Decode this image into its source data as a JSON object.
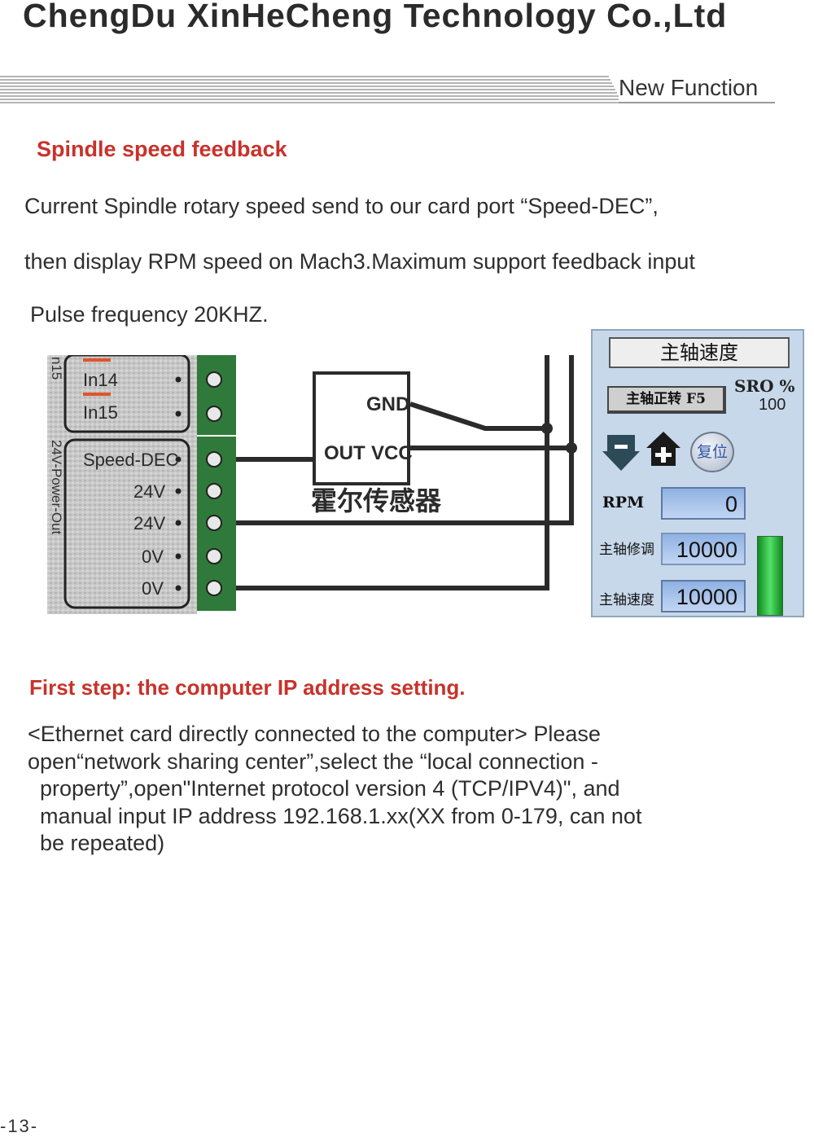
{
  "header": {
    "company": "ChengDu XinHeCheng Technology Co.,Ltd",
    "section": "New Function"
  },
  "spindle": {
    "heading": "Spindle speed feedback",
    "lines": [
      "Current Spindle rotary speed send to our card port “Speed-DEC”,",
      "then display RPM speed on Mach3.Maximum support feedback input",
      "Pulse frequency 20KHZ."
    ]
  },
  "wiring": {
    "terminal_labels": [
      "In14",
      "In15",
      "Speed-DEC",
      "24V",
      "24V",
      "0V",
      "0V"
    ],
    "side_labels": [
      "n15",
      "24V-Power-Out"
    ],
    "sensor_pins": [
      "GND",
      "OUT",
      "VCC"
    ],
    "sensor_name": "霍尔传感器"
  },
  "mach3": {
    "title": "主轴速度",
    "forward_button": "主轴正转 F5",
    "sro_label": "SRO %",
    "sro_value": "100",
    "reset_button": "复位",
    "rows": [
      {
        "label": "RPM",
        "value": "0"
      },
      {
        "label": "主轴修调",
        "value": "10000"
      },
      {
        "label": "主轴速度",
        "value": "10000"
      }
    ],
    "icons": [
      "spindle-decrease-icon",
      "spindle-increase-icon",
      "load-bar"
    ],
    "colors": {
      "panel": "#c7d8ea",
      "dro": "#a7c2ec",
      "bar": "#2fcc45"
    }
  },
  "ip_setup": {
    "heading": "First step: the computer IP address setting.",
    "lines": [
      "<Ethernet card directly connected to the computer> Please",
      "open“network sharing center”,select the “local connection -",
      "  property”,open\"Internet protocol version 4 (TCP/IPV4)\", and",
      "  manual input IP address 192.168.1.xx(XX from 0-179, can not",
      "  be repeated)"
    ]
  },
  "footer": {
    "page": "-13-"
  },
  "colors": {
    "heading": "#c8322a",
    "text": "#2e2e2e"
  }
}
